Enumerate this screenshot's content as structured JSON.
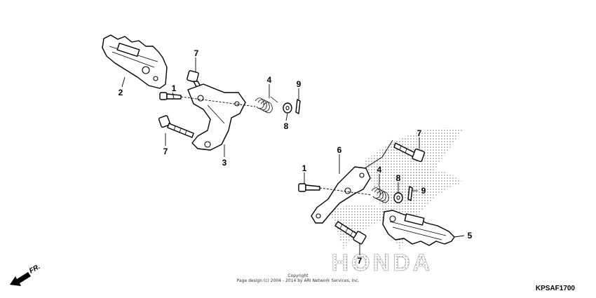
{
  "callouts": {
    "upper": {
      "n2": "2",
      "n7a": "7",
      "n1": "1",
      "n4": "4",
      "n9": "9",
      "n8": "8",
      "n7b": "7",
      "n3": "3"
    },
    "lower": {
      "n7a": "7",
      "n6": "6",
      "n1": "1",
      "n4": "4",
      "n8": "8",
      "n9": "9",
      "n5": "5",
      "n7b": "7"
    }
  },
  "watermark_text": "HONDA",
  "direction_label": "FR.",
  "copyright_line1": "Copyright",
  "copyright_line2": "Page design (c) 2004 - 2014 by ARI Network Services, Inc.",
  "diagram_code": "KPSAF1700"
}
